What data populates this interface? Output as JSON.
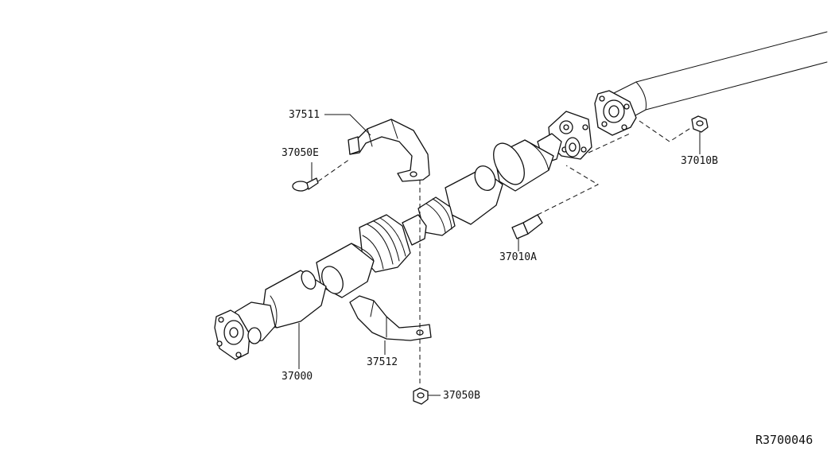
{
  "diagram": {
    "labels": {
      "p37511": "37511",
      "p37050E": "37050E",
      "p37010B": "37010B",
      "p37010A": "37010A",
      "p37000": "37000",
      "p37512": "37512",
      "p37050B": "37050B"
    },
    "figure_code": "R3700046"
  }
}
